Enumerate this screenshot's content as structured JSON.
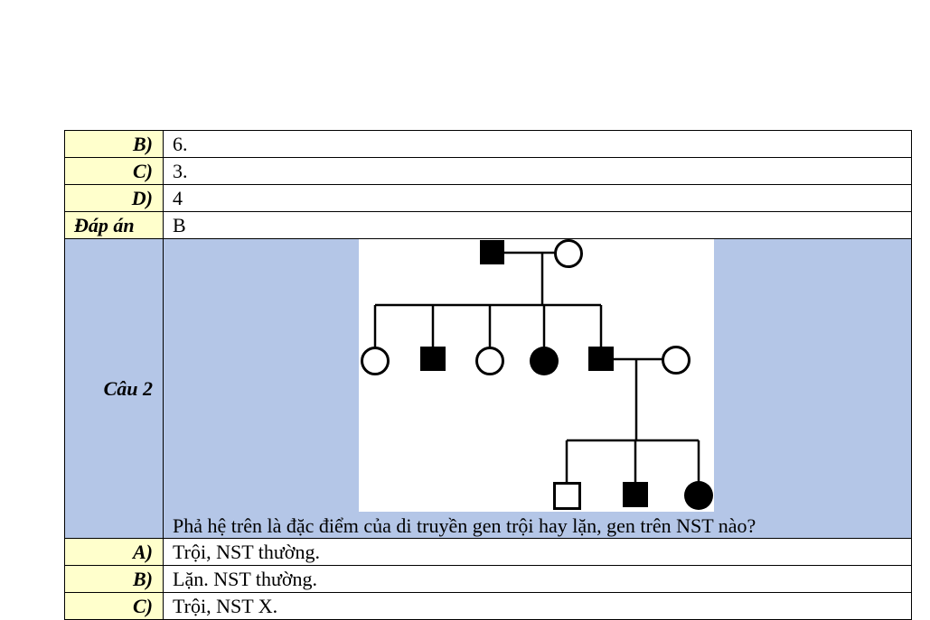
{
  "rows_before": [
    {
      "label": "B)",
      "value": "6."
    },
    {
      "label": "C)",
      "value": "3."
    },
    {
      "label": "D)",
      "value": "4"
    }
  ],
  "answer_row": {
    "label": "Đáp án",
    "value": "B"
  },
  "question": {
    "label": "Câu 2",
    "text": "Phả hệ trên là đặc điểm của di truyền gen trội hay lặn, gen trên NST nào?"
  },
  "options": [
    {
      "label": "A)",
      "value": "Trội, NST thường."
    },
    {
      "label": "B)",
      "value": "Lặn. NST thường."
    },
    {
      "label": "C)",
      "value": "Trội, NST X."
    }
  ],
  "colors": {
    "label_bg": "#ffffcc",
    "question_bg": "#b4c6e7"
  },
  "pedigree": {
    "generation_1": [
      "affected-male",
      "unaffected-female"
    ],
    "generation_2": [
      "unaffected-female",
      "affected-male",
      "unaffected-female",
      "affected-female",
      "affected-male",
      "unaffected-female-spouse"
    ],
    "generation_3": [
      "unaffected-male",
      "affected-male",
      "affected-female"
    ]
  }
}
